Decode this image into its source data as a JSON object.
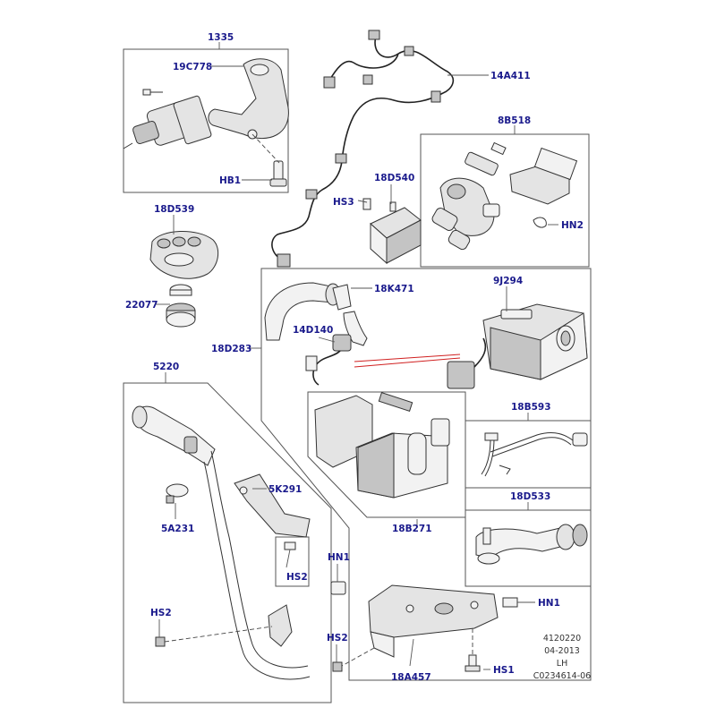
{
  "callouts": {
    "c1335": "1335",
    "c19C778": "19C778",
    "cHB1": "HB1",
    "c14A411": "14A411",
    "c8B518": "8B518",
    "c18D540": "18D540",
    "cHS3": "HS3",
    "cHN2": "HN2",
    "c18D539": "18D539",
    "c22077": "22077",
    "c18K471": "18K471",
    "c9J294": "9J294",
    "c14D140": "14D140",
    "c18D283": "18D283",
    "c5220": "5220",
    "c18B593": "18B593",
    "c5K291": "5K291",
    "c5A231": "5A231",
    "c18D533": "18D533",
    "c18B271": "18B271",
    "cHN1a": "HN1",
    "cHS2a": "HS2",
    "cHN1b": "HN1",
    "cHS2b": "HS2",
    "cHS2c": "HS2",
    "c18A457": "18A457",
    "cHS1": "HS1"
  },
  "footer": {
    "ref": "4120220",
    "date": "04-2013",
    "side": "LH",
    "code": "C0234614-06"
  },
  "colors": {
    "callout_text": "#1a1a8c",
    "leader_line": "#555555",
    "highlight_line": "#d02020"
  }
}
